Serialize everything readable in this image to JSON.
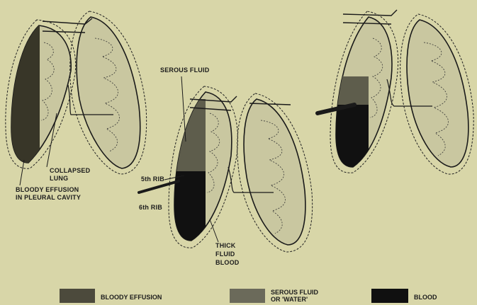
{
  "labels": {
    "collapsed_lung": [
      "COLLAPSED",
      "LUNG"
    ],
    "bloody_effusion": [
      "BLOODY EFFUSION",
      "IN PLEURAL CAVITY"
    ],
    "serous_fluid": "SEROUS FLUID",
    "rib5": "5th RIB",
    "rib6": "6th RIB",
    "thick_fluid": [
      "THICK",
      "FLUID",
      "BLOOD"
    ]
  },
  "legend": [
    {
      "text": [
        "BLOODY EFFUSION"
      ],
      "color": "#4c4a3c"
    },
    {
      "text": [
        "SEROUS FLUID",
        "OR 'WATER'"
      ],
      "color": "#6b6a5a"
    },
    {
      "text": [
        "BLOOD"
      ],
      "color": "#101010"
    }
  ],
  "colors": {
    "background": "#d8d6a8",
    "lung_fill": "#c9c7a0",
    "ink": "#1c1c1c"
  }
}
